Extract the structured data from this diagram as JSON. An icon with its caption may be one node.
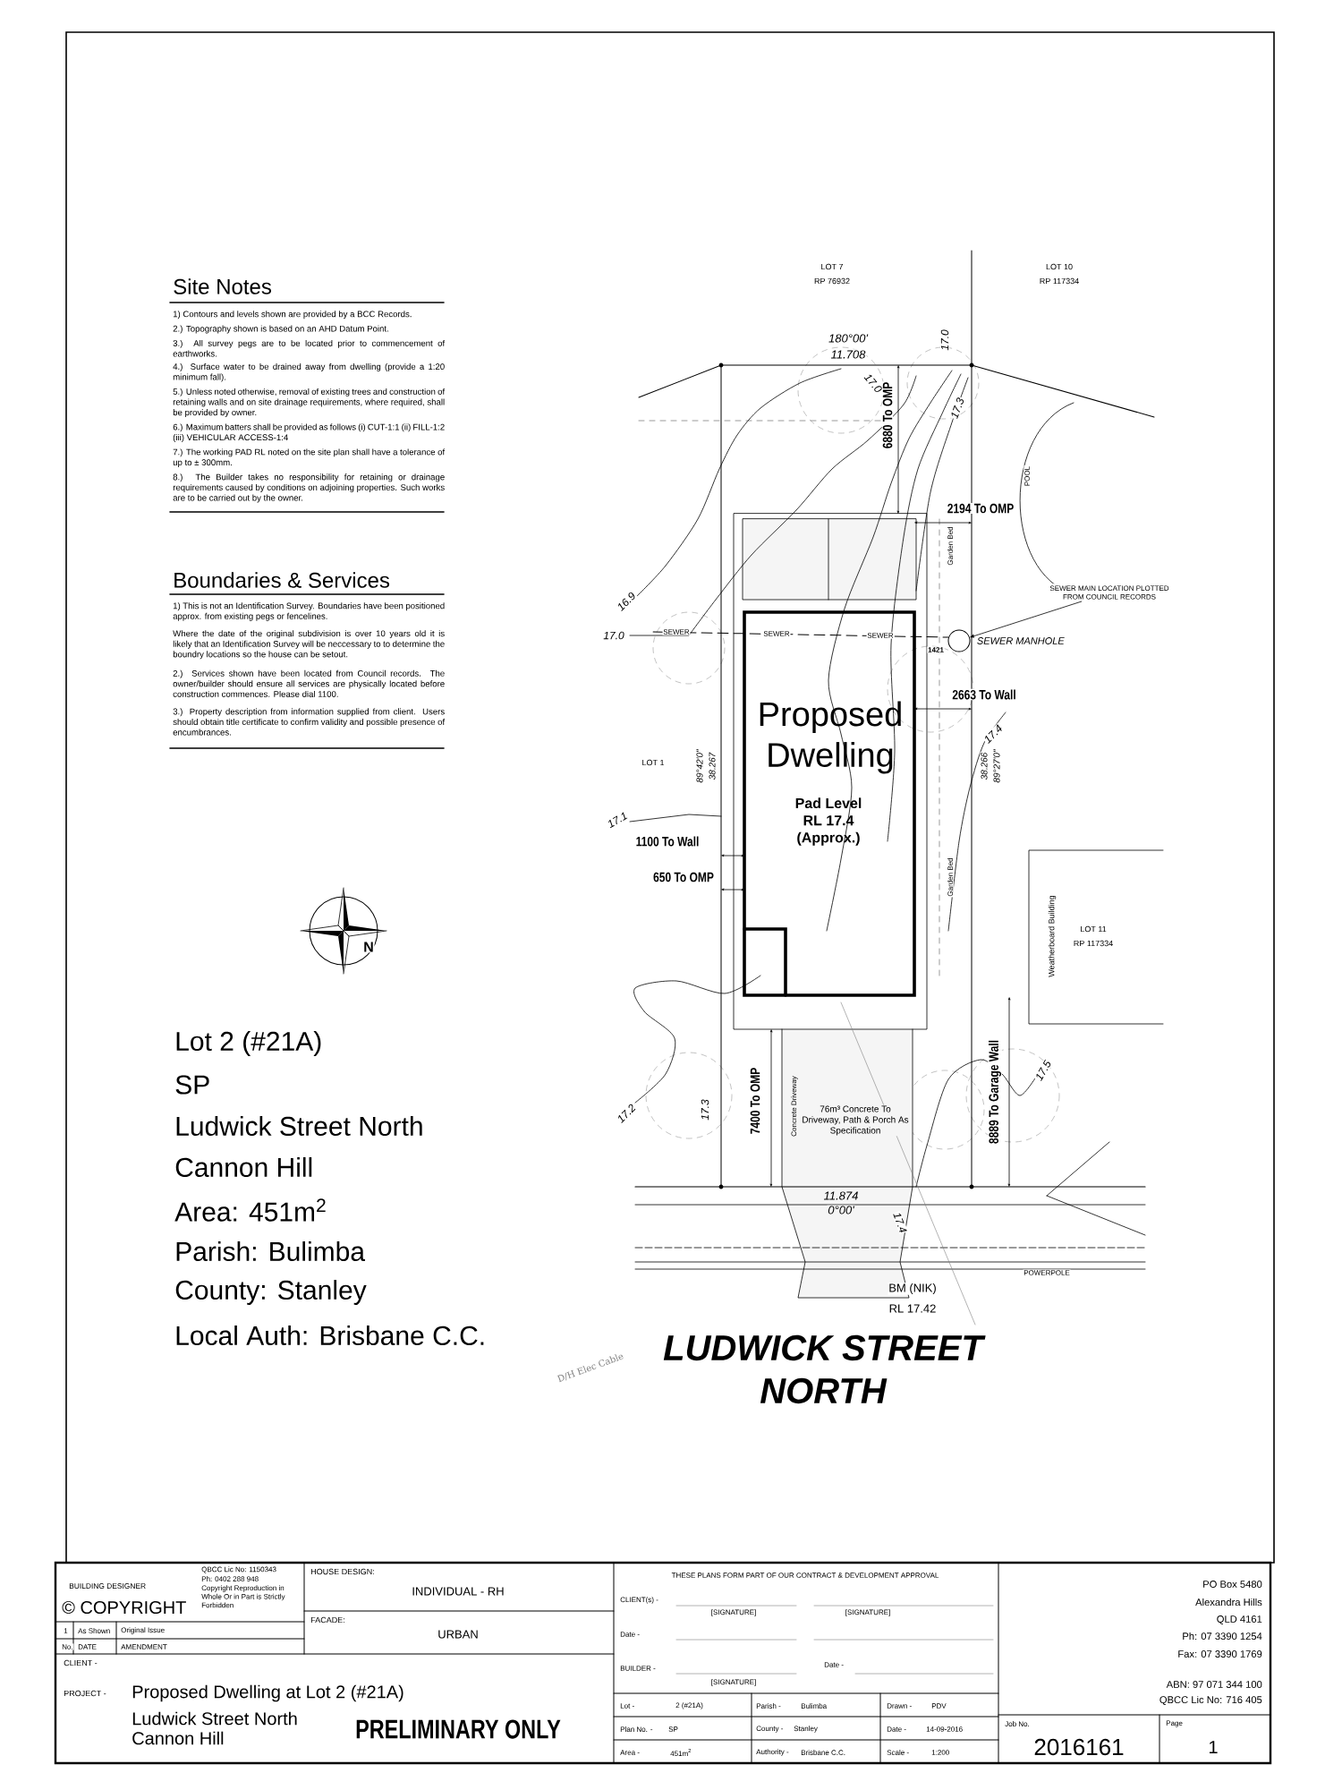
{
  "diagram": {
    "nodes": [
      {
        "text": [
          "Proposed Dwelling",
          "Pad Level RL 17.4 (Approx.)"
        ]
      },
      {
        "text": [
          "SEWER MAIN LOCATION PLOTTED FROM COUNCIL RECORDS"
        ]
      },
      {
        "text": [],
        "shape": "circle",
        "beside": [
          "SEWER MANHOLE"
        ]
      }
    ],
    "edges": [
      {
        "from": 1,
        "to": 2,
        "arrow": "to"
      }
    ],
    "labels": [
      "Site Notes",
      "1) Contours and levels shown are provided by a BCC Records.",
      "2.) Topography shown is based on an AHD Datum Point.",
      "3.) All survey pegs are to be located prior to commencement of earthworks.",
      "4.) Surface water to be drained away from dwelling (provide a 1:20 minimum fall).",
      "5.) Unless noted otherwise, removal of existing trees and construction of retaining walls and on site drainage requirements, where required, shall be provided by owner.",
      "6.) Maximum batters shall be provided as follows (i) CUT-1:1 (ii) FILL-1:2 (iii) VEHICULAR ACCESS-1:4",
      "7.) The working PAD RL noted on the site plan shall have a tolerance of up to ± 300mm.",
      "8.) The Builder takes no responsibility for retaining or drainage requirements caused by conditions on adjoining properties. Such works are to be carried out by the owner.",
      "Boundaries & Services",
      "1) This is not an Identification Survey. Boundaries have been positioned approx. from existing pegs or fencelines.",
      "Where the date of the original subdivision is over 10 years old it is likely that an Identification Survey will be neccessary to to determine the boundry locations so the house can be setout.",
      "2.) Services shown have been located from Council records. The owner/builder should ensure all services are physically located before construction commences. Please dial 1100.",
      "3.) Property description from information supplied from client. Users should obtain title certificate to confirm validity and possible presence of encumbrances.",
      "N",
      "Lot 2 (#21A)",
      "SP",
      "Ludwick Street North",
      "Cannon Hill",
      "Area: 451m$^{2}$",
      "Parish: Bulimba",
      "County: Stanley",
      "Local Auth: Brisbane C.C.",
      "LOT 7",
      "RP 76932",
      "LOT 10",
      "RP 117334",
      "180°00'",
      "11.708",
      "17.0",
      "17.0",
      "17.3",
      "6880 To OMP",
      "POOL",
      "2194 To OMP",
      "Garden Bed",
      "16.9",
      "17.0",
      "SEWER",
      "SEWER",
      "SEWER",
      "1421",
      "2663 To Wall",
      "17.4",
      "LOT 1",
      "89°42'0\"",
      "38.267",
      "38.266",
      "89°27'0\"",
      "17.1",
      "1100 To Wall",
      "650 To OMP",
      "Garden Bed",
      "Weatherboard Building",
      "LOT 11",
      "RP 117334",
      "17.2",
      "17.3",
      "7400 To OMP",
      "Concrete Driveway",
      "76m³ Concrete To Driveway, Path & Porch As Specification",
      "8889 To Garage Wall",
      "17.5",
      "11.874",
      "0°00'",
      "17.4",
      "POWERPOLE",
      "BM (NIK)",
      "RL 17.42",
      "LUDWICK STREET NORTH",
      "D/H Elec Cable",
      "BUILDING DESIGNER",
      "QBCC Lic No: 1150343",
      "Ph: 0402 288 948",
      "© COPYRIGHT",
      "Copyright Reproduction in Whole Or in Part is Strictly Forbidden",
      "1",
      "As Shown",
      "Original Issue",
      "No.",
      "DATE",
      "AMENDMENT",
      "CLIENT -",
      "PROJECT -",
      "Proposed Dwelling at Lot 2 (#21A)",
      "Ludwick Street North",
      "Cannon Hill",
      "PRELIMINARY ONLY",
      "HOUSE DESIGN:",
      "INDIVIDUAL - RH",
      "FACADE:",
      "URBAN",
      "THESE PLANS FORM PART OF OUR CONTRACT & DEVELOPMENT APPROVAL",
      "CLIENT(s) -",
      "[SIGNATURE]",
      "[SIGNATURE]",
      "Date -",
      "BUILDER -",
      "[SIGNATURE]",
      "Date -",
      "Lot -",
      "2 (#21A)",
      "Parish -",
      "Bulimba",
      "Drawn -",
      "PDV",
      "Plan No. -",
      "SP",
      "County -",
      "Stanley",
      "Date -",
      "14-09-2016",
      "Area -",
      "451m$^{2}$",
      "Authority -",
      "Brisbane C.C.",
      "Scale -",
      "1:200",
      "PO Box 5480",
      "Alexandra Hills",
      "QLD 4161",
      "Ph: 07 3390 1254",
      "Fax: 07 3390 1769",
      "ABN: 97 071 344 100",
      "QBCC Lic No: 716 405",
      "Job No.",
      "2016161",
      "Page",
      "1"
    ]
  }
}
